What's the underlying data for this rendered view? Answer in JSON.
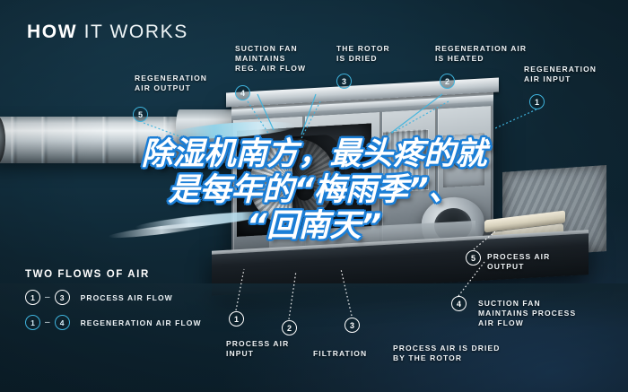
{
  "title": {
    "bold": "HOW",
    "light": "IT WORKS"
  },
  "colors": {
    "background_dark": "#132d3a",
    "background_blue": "#1b3349",
    "accent_blue": "#3fb4de",
    "label_white": "#eef3f6",
    "overlay_outline": "#1b7ed6"
  },
  "annotations": [
    {
      "id": "regeneration-air-output",
      "number": "5",
      "marker": "blue",
      "lines": [
        "REGENERATION",
        "AIR OUTPUT"
      ]
    },
    {
      "id": "suction-fan-reg-air-flow",
      "number": "4",
      "marker": "blue",
      "lines": [
        "SUCTION FAN",
        "MAINTAINS",
        "REG. AIR FLOW"
      ]
    },
    {
      "id": "the-rotor-is-dried",
      "number": "3",
      "marker": "blue",
      "lines": [
        "THE ROTOR",
        "IS DRIED"
      ]
    },
    {
      "id": "regeneration-air-is-heated",
      "number": "2",
      "marker": "blue",
      "lines": [
        "REGENERATION AIR",
        "IS HEATED"
      ]
    },
    {
      "id": "regeneration-air-input",
      "number": "1",
      "marker": "blue",
      "lines": [
        "REGENERATION",
        "AIR INPUT"
      ]
    },
    {
      "id": "process-air-output",
      "number": "5",
      "marker": "white",
      "lines": [
        "PROCESS AIR",
        "OUTPUT"
      ]
    },
    {
      "id": "suction-fan-process-air-flow",
      "number": "4",
      "marker": "white",
      "lines": [
        "SUCTION FAN",
        "MAINTAINS PROCESS",
        "AIR FLOW"
      ]
    },
    {
      "id": "process-air-input",
      "number": "1",
      "marker": "white",
      "lines": [
        "PROCESS AIR",
        "INPUT"
      ]
    },
    {
      "id": "filtration",
      "number": "2",
      "marker": "white",
      "lines": [
        "FILTRATION"
      ]
    },
    {
      "id": "process-air-is-dried-by-the-rotor",
      "number": "3",
      "marker": "white",
      "lines": [
        "PROCESS AIR IS DRIED",
        "BY THE ROTOR"
      ]
    }
  ],
  "legend": {
    "heading": "TWO FLOWS OF AIR",
    "rows": [
      {
        "from": "1",
        "dash": "–",
        "to": "3",
        "marker": "white",
        "label": "PROCESS AIR FLOW"
      },
      {
        "from": "1",
        "dash": "–",
        "to": "4",
        "marker": "blue",
        "label": "REGENERATION AIR FLOW"
      }
    ]
  },
  "overlay": {
    "line1": "除湿机南方，最头疼的就",
    "line2": "是每年的“梅雨季”、",
    "line3": "“回南天”"
  }
}
